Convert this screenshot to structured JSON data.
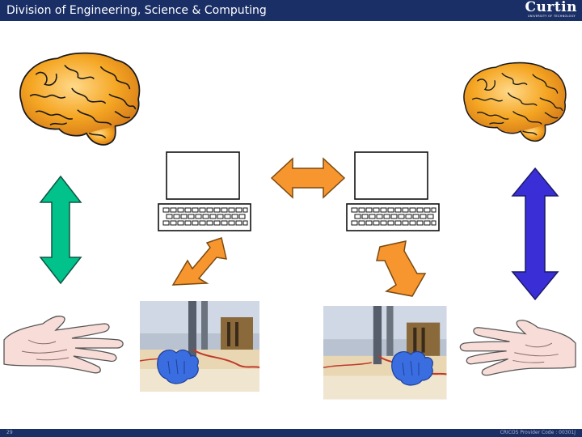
{
  "header": {
    "title": "Division of Engineering, Science & Computing",
    "logo_text": "Curtin",
    "logo_subtext": "UNIVERSITY OF TECHNOLOGY"
  },
  "footer": {
    "page_number": "29",
    "cricos": "CRICOS Provider Code : 00301J"
  },
  "colors": {
    "header_bg": "#1a2f66",
    "brain": "#f5a623",
    "teal_arrow": "#00c28a",
    "blue_arrow": "#3a2fd6",
    "orange_arrow": "#f7962e",
    "hand": "#f7dcd8"
  }
}
